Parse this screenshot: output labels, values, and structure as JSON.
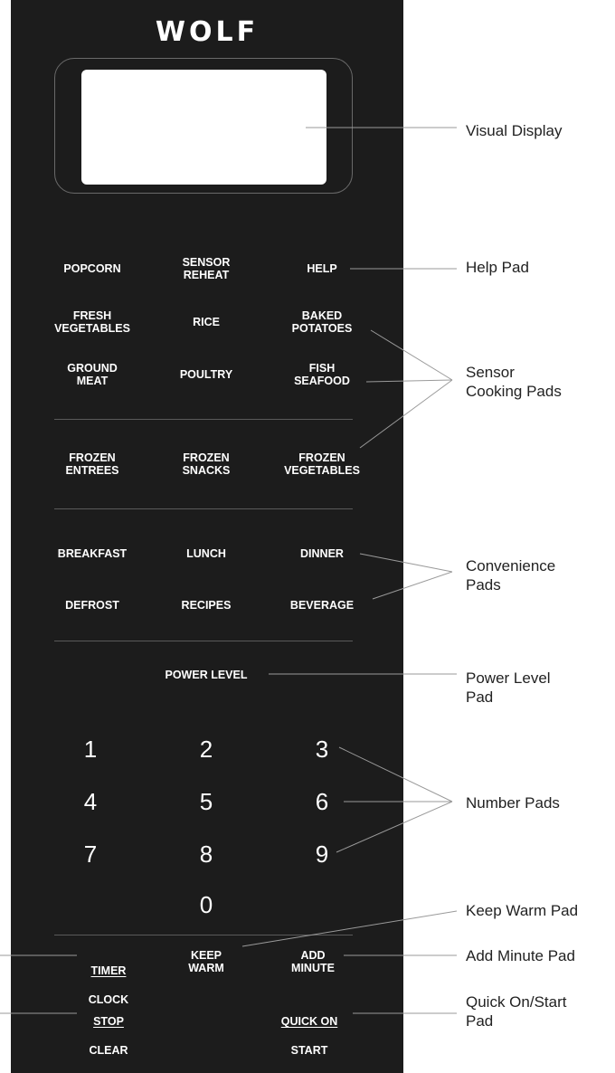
{
  "brand": "WOLF",
  "pads": {
    "popcorn": "POPCORN",
    "sensor_reheat": "SENSOR\nREHEAT",
    "help": "HELP",
    "fresh_vegetables": "FRESH\nVEGETABLES",
    "rice": "RICE",
    "baked_potatoes": "BAKED\nPOTATOES",
    "ground_meat": "GROUND\nMEAT",
    "poultry": "POULTRY",
    "fish_seafood": "FISH\nSEAFOOD",
    "frozen_entrees": "FROZEN\nENTREES",
    "frozen_snacks": "FROZEN\nSNACKS",
    "frozen_vegetables": "FROZEN\nVEGETABLES",
    "breakfast": "BREAKFAST",
    "lunch": "LUNCH",
    "dinner": "DINNER",
    "defrost": "DEFROST",
    "recipes": "RECIPES",
    "beverage": "BEVERAGE",
    "power_level": "POWER LEVEL",
    "timer": "TIMER",
    "clock": "CLOCK",
    "keep_warm": "KEEP\nWARM",
    "add_minute": "ADD\nMINUTE",
    "stop": "STOP",
    "clear": "CLEAR",
    "quick_on": "QUICK ON",
    "start": "START"
  },
  "numbers": [
    "1",
    "2",
    "3",
    "4",
    "5",
    "6",
    "7",
    "8",
    "9",
    "0"
  ],
  "callouts": {
    "visual_display": "Visual Display",
    "help_pad": "Help Pad",
    "sensor_cooking_pads": "Sensor\nCooking Pads",
    "convenience_pads": "Convenience\nPads",
    "power_level_pad": "Power Level\nPad",
    "number_pads": "Number Pads",
    "keep_warm_pad": "Keep Warm Pad",
    "add_minute_pad": "Add Minute Pad",
    "quick_on_start_pad": "Quick On/Start\nPad"
  }
}
